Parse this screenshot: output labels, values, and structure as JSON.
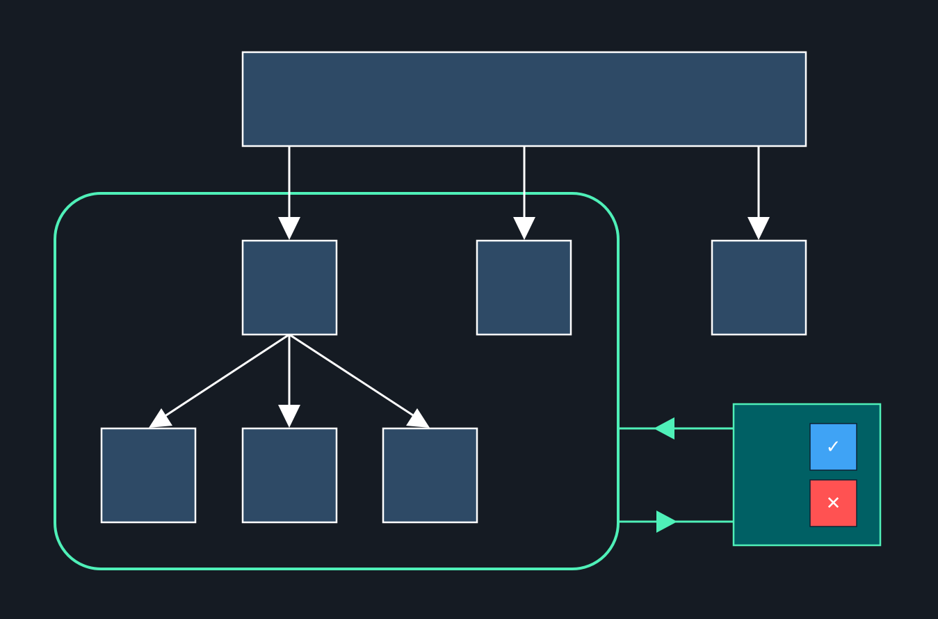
{
  "colors": {
    "background": "#151b23",
    "node_fill": "#2e4a66",
    "node_stroke": "#ffffff",
    "edge": "#ffffff",
    "group_stroke": "#4ff0b8",
    "panel_fill": "#006064",
    "panel_stroke": "#4ff0b8",
    "approve_fill": "#3fa3f5",
    "reject_fill": "#ff5252"
  },
  "nodes": [
    {
      "id": "root",
      "shape": "wide-rectangle",
      "label": ""
    },
    {
      "id": "child-1",
      "shape": "square",
      "label": ""
    },
    {
      "id": "child-2",
      "shape": "square",
      "label": ""
    },
    {
      "id": "child-3",
      "shape": "square",
      "label": ""
    },
    {
      "id": "grandchild-1",
      "shape": "square",
      "label": ""
    },
    {
      "id": "grandchild-2",
      "shape": "square",
      "label": ""
    },
    {
      "id": "grandchild-3",
      "shape": "square",
      "label": ""
    }
  ],
  "edges": [
    {
      "from": "root",
      "to": "child-1"
    },
    {
      "from": "root",
      "to": "child-2"
    },
    {
      "from": "root",
      "to": "child-3"
    },
    {
      "from": "child-1",
      "to": "grandchild-1"
    },
    {
      "from": "child-1",
      "to": "grandchild-2"
    },
    {
      "from": "child-1",
      "to": "grandchild-3"
    }
  ],
  "group": {
    "label": "",
    "members": [
      "child-1",
      "child-2",
      "grandchild-1",
      "grandchild-2",
      "grandchild-3"
    ]
  },
  "review_panel": {
    "approve_icon": "check-icon",
    "approve_glyph": "✓",
    "reject_icon": "close-icon",
    "reject_glyph": "✕",
    "links": [
      {
        "direction": "panel-to-group"
      },
      {
        "direction": "group-to-panel"
      }
    ]
  }
}
